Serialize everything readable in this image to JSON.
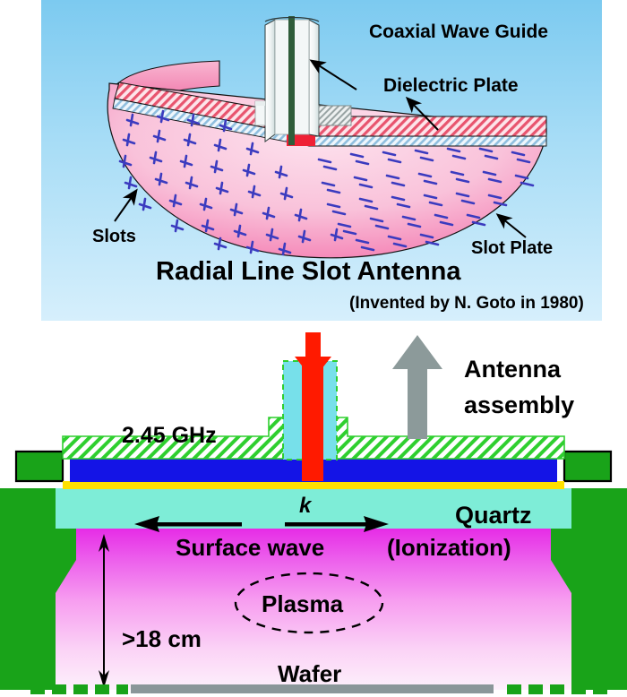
{
  "figure": {
    "title_visible": false,
    "panels": [
      {
        "id": "top",
        "kind": "photo-illustration",
        "caption": "Radial Line Slot Antenna"
      },
      {
        "id": "bottom",
        "kind": "schematic-cross-section"
      }
    ]
  },
  "top_panel": {
    "main_caption": "Radial Line Slot Antenna",
    "sub_caption": "(Invented by N. Goto in 1980)",
    "callouts": [
      {
        "id": "coaxial-wave-guide",
        "label": "Coaxial Wave Guide"
      },
      {
        "id": "dielectric-plate",
        "label": "Dielectric Plate"
      },
      {
        "id": "slot-plate",
        "label": "Slot Plate"
      },
      {
        "id": "slots",
        "label": "Slots"
      }
    ],
    "colors": {
      "background_top": "#8fd2f2",
      "background_bottom": "#cfeafb",
      "disk_fill_light": "#f9c9dd",
      "disk_fill_dark": "#f589b4",
      "slot_marks": "#3b3bbf",
      "dielectric_hatch": "#e8546e",
      "guide_body": "#eef2f2",
      "inner_conductor": "#2f5d3a"
    }
  },
  "bottom_panel": {
    "labels": {
      "frequency": "2.45 GHz",
      "antenna_assembly": "Antenna\nassembly",
      "antenna_assembly_line1": "Antenna",
      "antenna_assembly_line2": "assembly",
      "quartz": "Quartz",
      "surface_wave": "Surface wave",
      "ionization": "(Ionization)",
      "wavevector": "k",
      "plasma": "Plasma",
      "chamber_height": ">18 cm",
      "wafer": "Wafer"
    },
    "colors": {
      "chamber_wall": "#19a319",
      "quartz": "#7eedd7",
      "yellow_layer": "#ffe000",
      "blue_layer": "#1414e6",
      "hatch_green": "#2fcf2f",
      "microwave_red": "#ff1a00",
      "coax_cyan": "#77e0ea",
      "assembly_arrow": "#8c9a9a",
      "plasma_top": "#e63ce6",
      "plasma_bottom": "#fdeefb",
      "wafer_bar": "#8a9699",
      "text": "#000000"
    },
    "arrows": [
      {
        "id": "microwave-input-arrow",
        "direction": "down",
        "color": "#ff1a00",
        "meaning": "2.45 GHz microwave input"
      },
      {
        "id": "antenna-assembly-arrow",
        "direction": "up",
        "color": "#8c9a9a",
        "meaning": "antenna assembly"
      },
      {
        "id": "surface-wave-left-arrow",
        "direction": "left",
        "color": "#000000"
      },
      {
        "id": "surface-wave-right-arrow",
        "direction": "right",
        "color": "#000000"
      },
      {
        "id": "chamber-height-arrow",
        "direction": "both-vertical",
        "color": "#000000"
      }
    ]
  }
}
